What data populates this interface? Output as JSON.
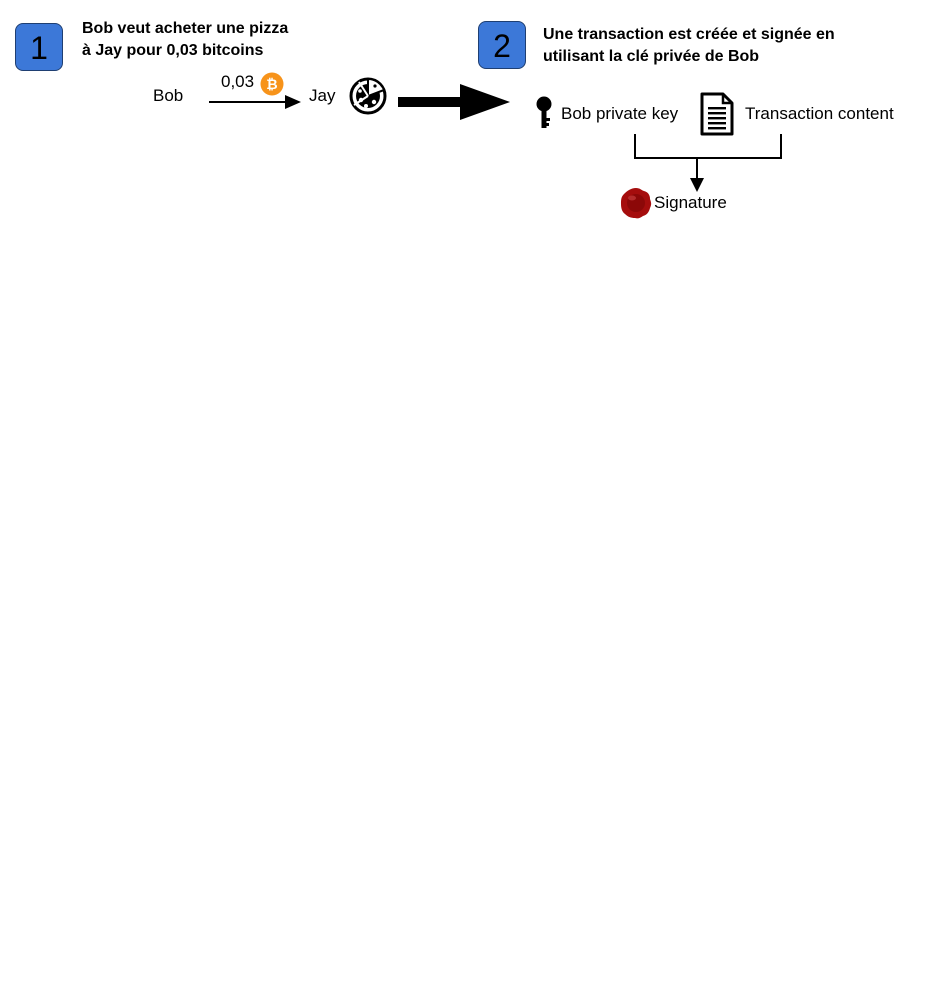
{
  "step1": {
    "number": "1",
    "title_line1": "Bob veut acheter une pizza",
    "title_line2": "à Jay pour 0,03 bitcoins",
    "sender": "Bob",
    "amount": "0,03",
    "receiver": "Jay",
    "coin_icon": "bitcoin-icon",
    "item_icon": "pizza-icon",
    "coin_color": "#f7931a"
  },
  "step2": {
    "number": "2",
    "title_line1": "Une transaction est créée et signée en",
    "title_line2": "utilisant la clé privée de Bob",
    "key_label": "Bob private key",
    "content_label": "Transaction content",
    "signature_label": "Signature",
    "key_icon": "key-icon",
    "document_icon": "document-icon",
    "seal_icon": "wax-seal-icon",
    "seal_color": "#a50d0d"
  },
  "colors": {
    "badge": "#3c78d8"
  }
}
